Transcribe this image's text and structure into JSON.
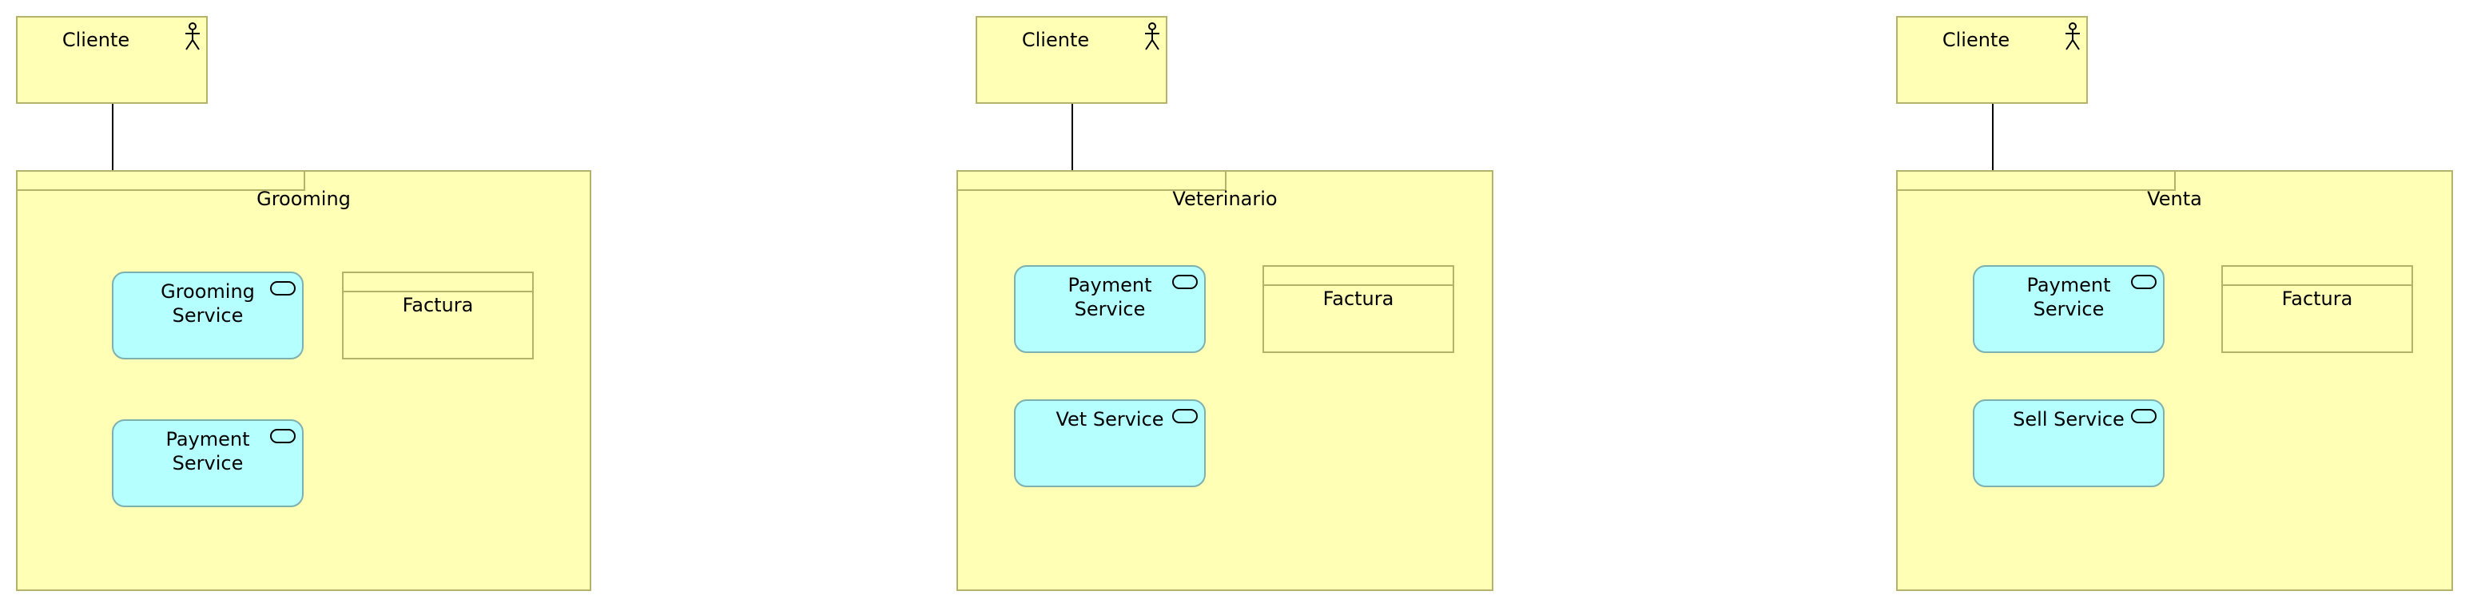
{
  "groups": [
    {
      "actor": "Cliente",
      "product": "Grooming",
      "services": [
        "Grooming Service",
        "Payment Service"
      ],
      "object": "Factura"
    },
    {
      "actor": "Cliente",
      "product": "Veterinario",
      "services": [
        "Payment Service",
        "Vet Service"
      ],
      "object": "Factura"
    },
    {
      "actor": "Cliente",
      "product": "Venta",
      "services": [
        "Payment Service",
        "Sell Service"
      ],
      "object": "Factura"
    }
  ],
  "colors": {
    "element_fill": "#ffffb5",
    "service_fill": "#b5ffff"
  }
}
